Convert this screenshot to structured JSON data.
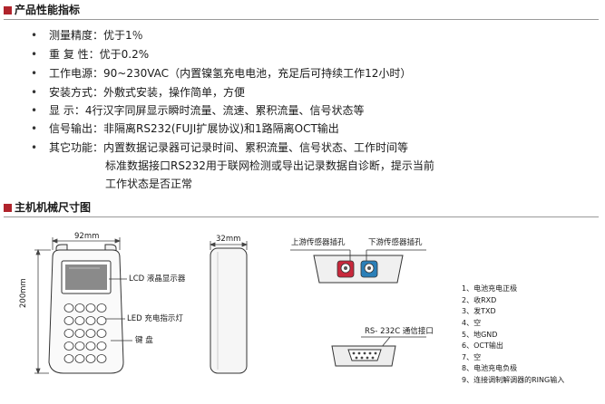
{
  "section1": {
    "title": "产品性能指标"
  },
  "specs": [
    {
      "label": "测量精度：",
      "value": "优于1％"
    },
    {
      "label": "重  复  性：",
      "value": "优于0.2%"
    },
    {
      "label": "工作电源：",
      "value": "90~230VAC（内置镍氢充电电池，充足后可持续工作12小时）"
    },
    {
      "label": "安装方式：",
      "value": "外敷式安装，操作简单，方便"
    },
    {
      "label": "显      示：",
      "value": "4行汉字同屏显示瞬时流量、流速、累积流量、信号状态等"
    },
    {
      "label": "信号输出：",
      "value": "非隔离RS232(FUJI扩展协议)和1路隔离OCT输出"
    },
    {
      "label": "其它功能：",
      "value": "内置数据记录器可记录时间、累积流量、信号状态、工作时间等"
    }
  ],
  "spec_continuation": [
    "标准数据接口RS232用于联网检测或导出记录数据自诊断，提示当前",
    "工作状态是否正常"
  ],
  "section2": {
    "title": "主机机械尺寸图"
  },
  "dims": {
    "width": "92mm",
    "height": "200mm",
    "depth": "32mm"
  },
  "callouts": {
    "lcd": "LCD 液晶显示器",
    "led": "LED 充电指示灯",
    "keypad": "键 盘"
  },
  "top_view": {
    "upstream": "上游传感器插孔",
    "downstream": "下游传感器插孔"
  },
  "rs232_label": "RS- 232C 通信接口",
  "pins": [
    "1、电池充电正极",
    "2、收RXD",
    "3、发TXD",
    "4、空",
    "5、地GND",
    "6、OCT输出",
    "7、空",
    "8、电池充电负极",
    "9、连接调制解调器的RING输入"
  ],
  "colors": {
    "accent": "#b0242c",
    "upstream_jack": "#c8283c",
    "downstream_jack": "#2a7fb8"
  }
}
